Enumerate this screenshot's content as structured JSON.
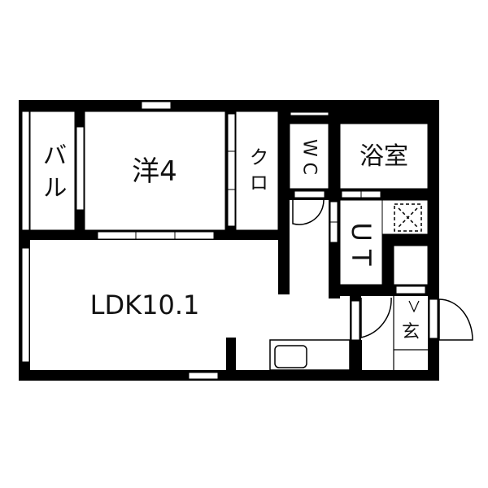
{
  "colors": {
    "wall": "#000000",
    "floor": "#ffffff"
  },
  "rooms": {
    "balcony": "バ ル",
    "western": "洋4",
    "closet": "ク ロ",
    "wc": "W C",
    "bath": "浴室",
    "utility": "U T",
    "ldk": "LDK10.1",
    "entrance": "玄"
  }
}
